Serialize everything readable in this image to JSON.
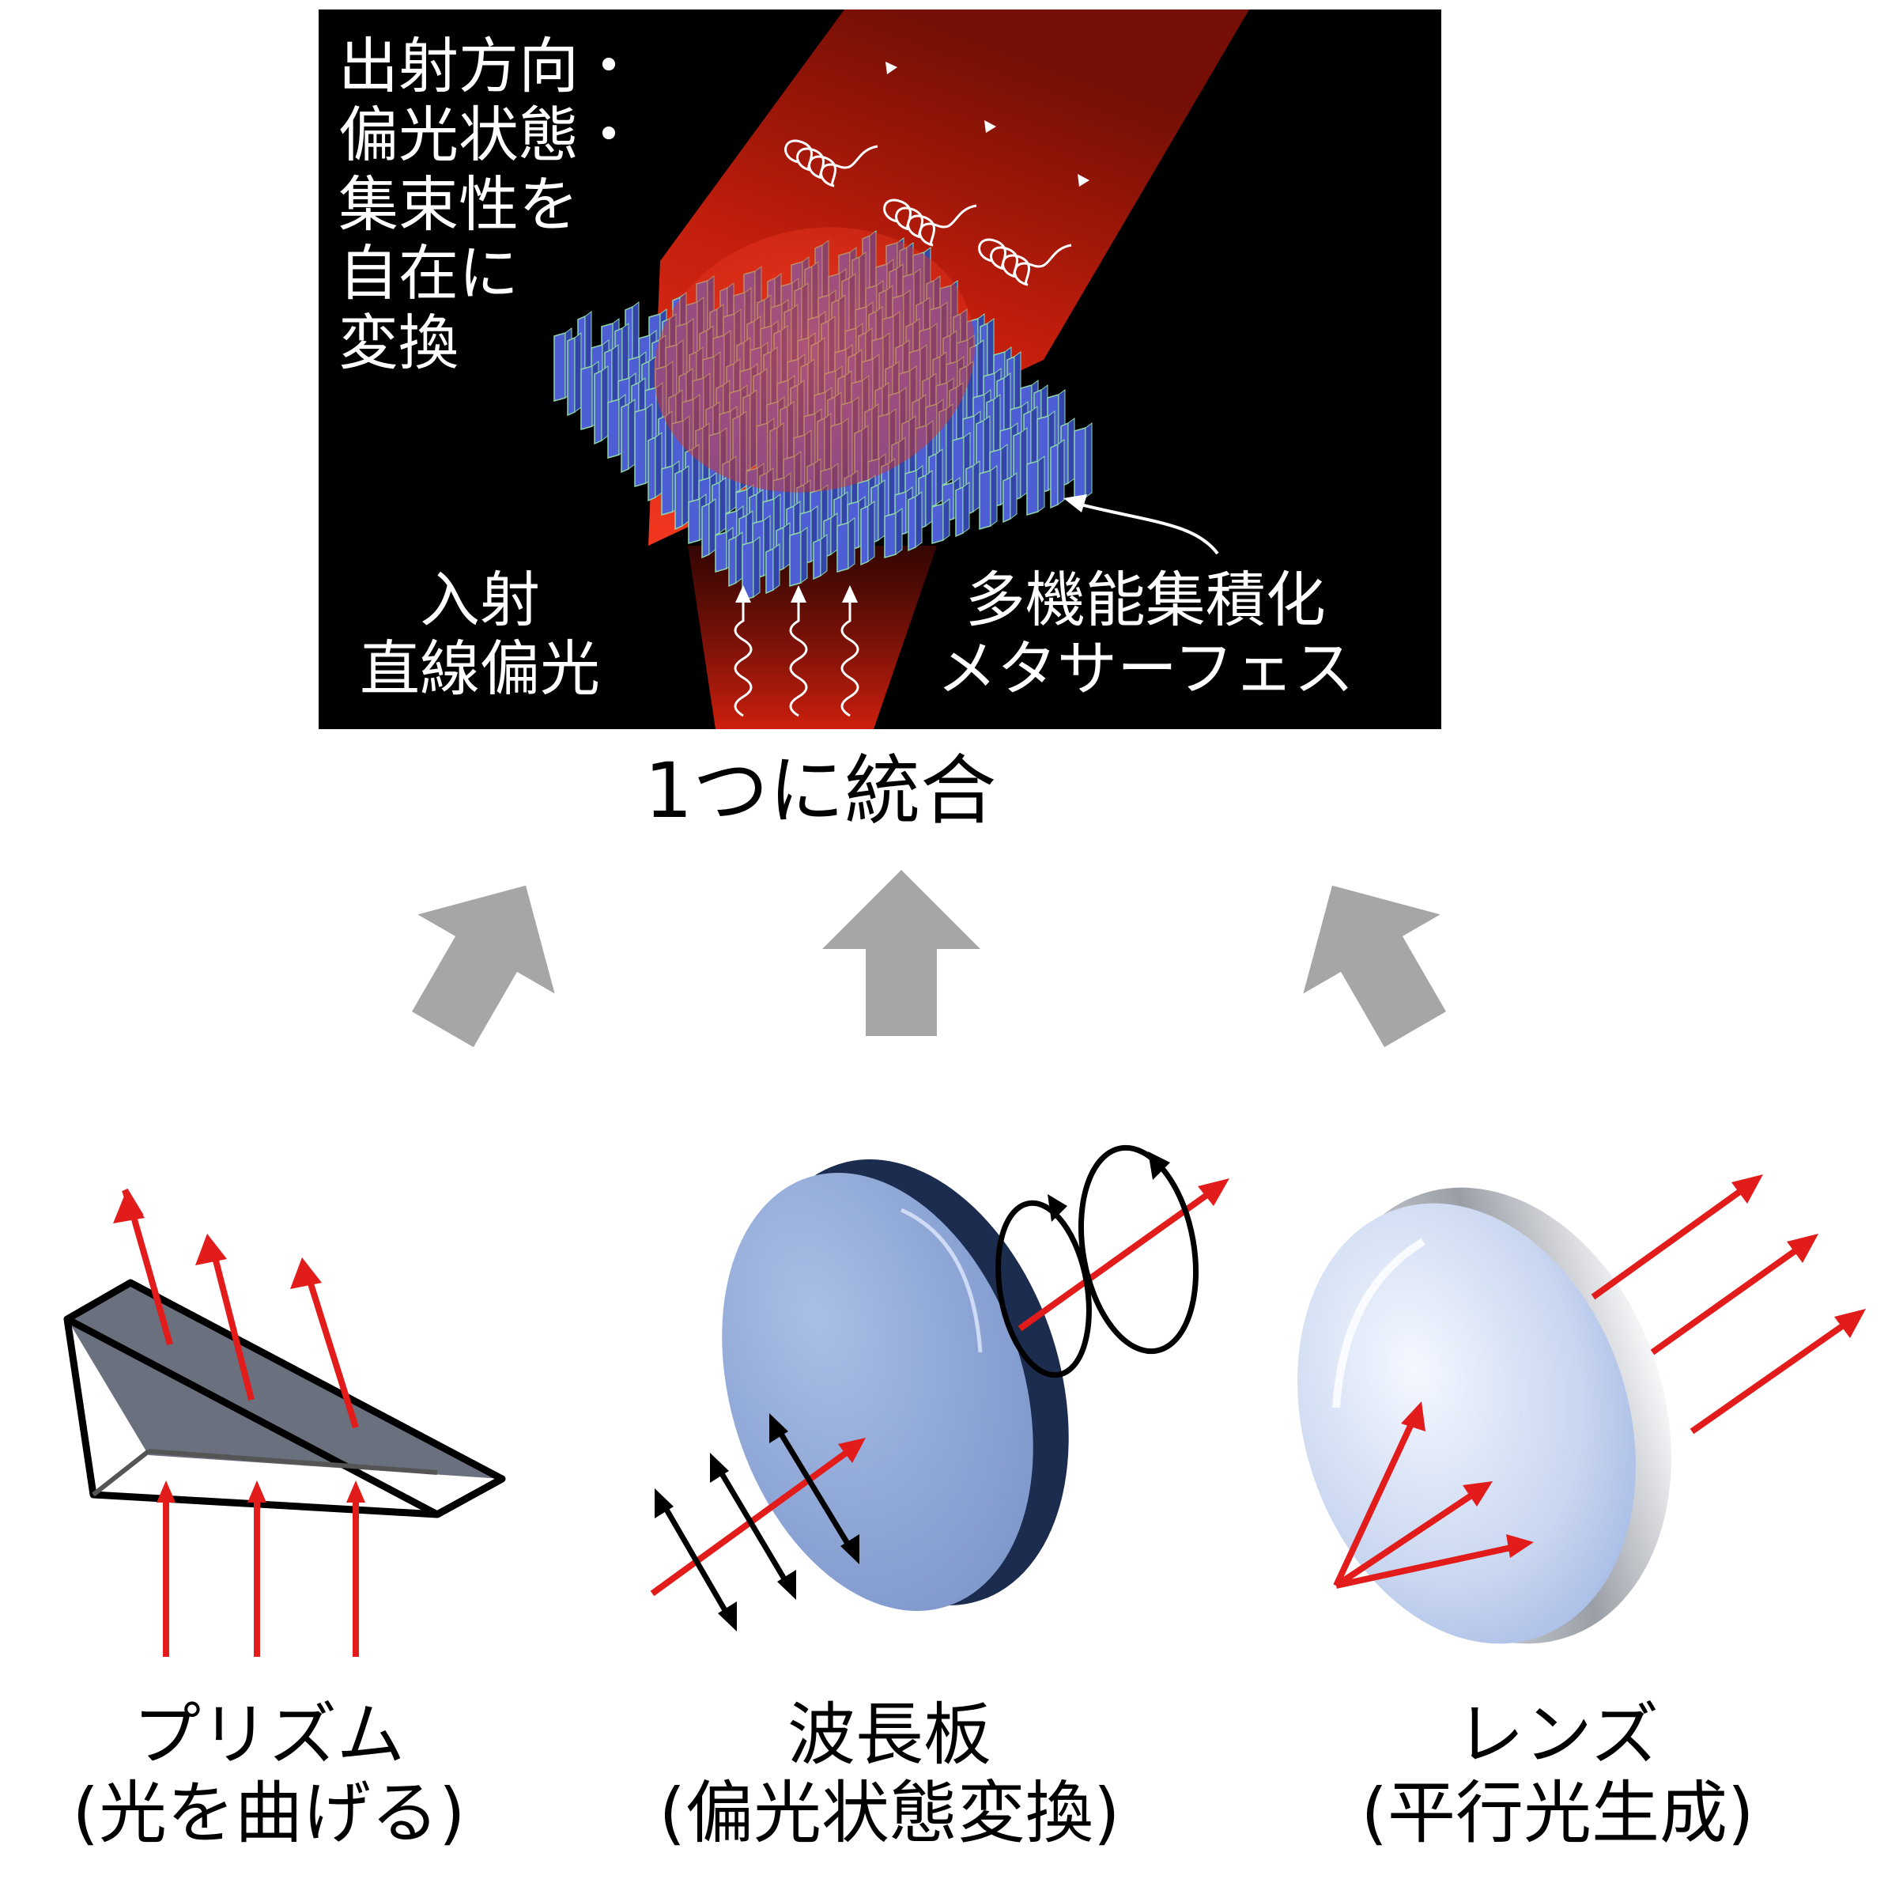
{
  "panel": {
    "output_lines": [
      "出射方向・",
      "偏光状態・",
      "集束性を",
      "自在に",
      "変換"
    ],
    "input_lines": [
      "入射",
      "直線偏光"
    ],
    "metasurface_lines": [
      "多機能集積化",
      "メタサーフェス"
    ]
  },
  "integrate_label": "1つに統合",
  "components": [
    {
      "name": "プリズム",
      "desc": "(光を曲げる)"
    },
    {
      "name": "波長板",
      "desc": "(偏光状態変換)"
    },
    {
      "name": "レンズ",
      "desc": "(平行光生成)"
    }
  ],
  "colors": {
    "beam": "#d81f10",
    "arrow_red": "#e21b1b",
    "pillar": "#5566dd",
    "gray_arrow": "#a6a6a6",
    "waveplate": "#8fa8d8",
    "waveplate_rim": "#1c2c4e",
    "prism_face": "#5a6170"
  }
}
